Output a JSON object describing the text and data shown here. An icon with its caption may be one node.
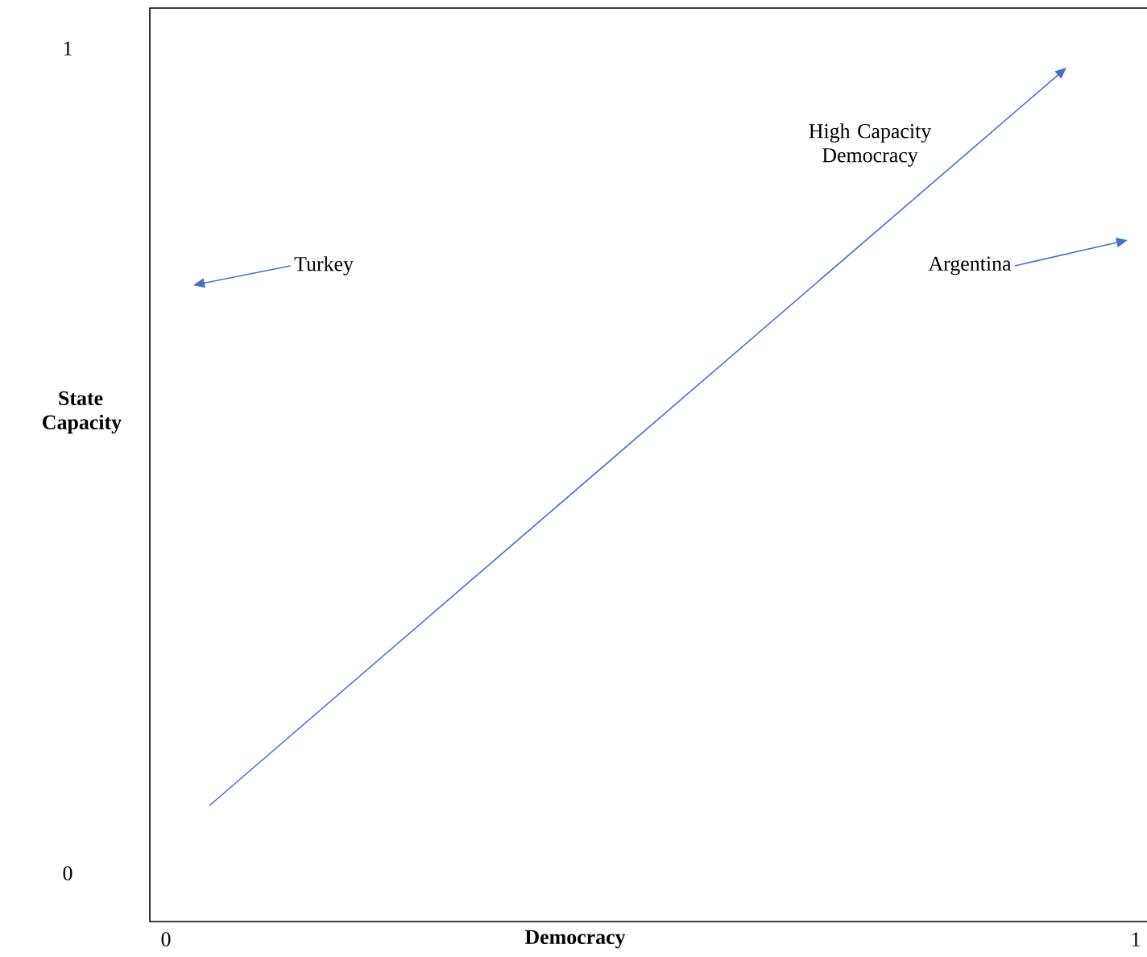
{
  "diagram": {
    "nodes": [
      {
        "text": [
          "Turkey"
        ]
      },
      {
        "text": [
          "Argentina"
        ]
      }
    ],
    "edges": [
      {
        "from": 0,
        "to": null,
        "arrow": "to"
      },
      {
        "from": 1,
        "to": null,
        "arrow": "to"
      }
    ],
    "labels": [
      "1",
      "State Capacity",
      "0",
      "High Capacity Democracy",
      "0",
      "Democracy",
      "1"
    ]
  }
}
